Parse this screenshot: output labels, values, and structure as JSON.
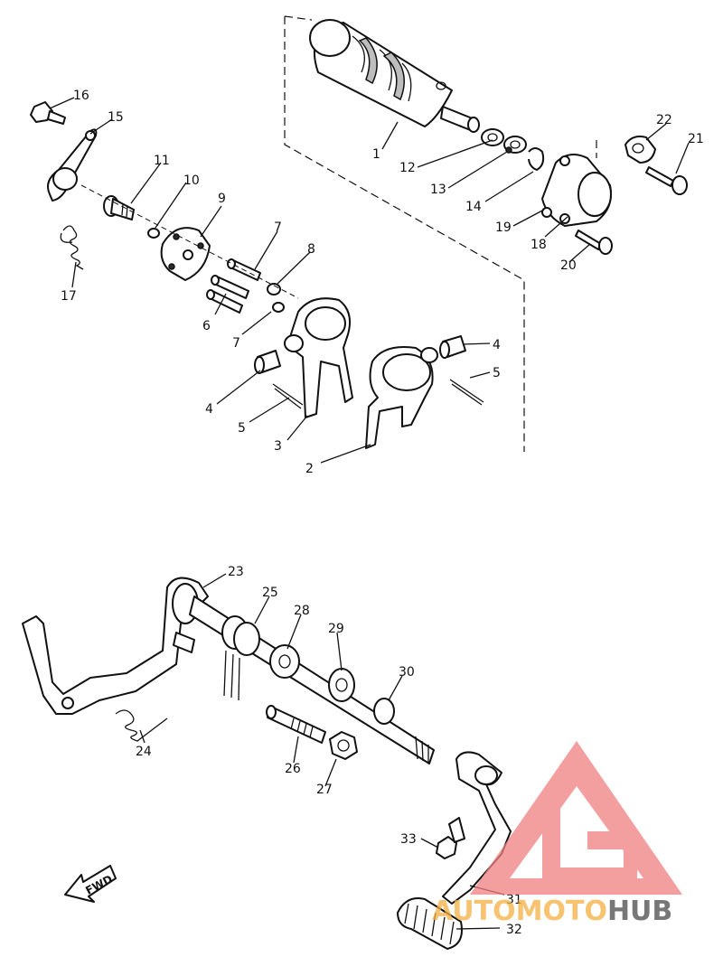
{
  "callouts": {
    "c1": "1",
    "c2": "2",
    "c3": "3",
    "c4a": "4",
    "c4b": "4",
    "c5a": "5",
    "c5b": "5",
    "c6": "6",
    "c7a": "7",
    "c7b": "7",
    "c8": "8",
    "c9": "9",
    "c10": "10",
    "c11": "11",
    "c12": "12",
    "c13": "13",
    "c14": "14",
    "c15": "15",
    "c16": "16",
    "c17": "17",
    "c18": "18",
    "c19": "19",
    "c20": "20",
    "c21": "21",
    "c22": "22",
    "c23": "23",
    "c24": "24",
    "c25": "25",
    "c26": "26",
    "c27": "27",
    "c28": "28",
    "c29": "29",
    "c30": "30",
    "c31": "31",
    "c32": "32",
    "c33": "33"
  },
  "fwd_label": "FWD",
  "watermark": {
    "part1": "AUTOMOTO",
    "part2": "HUB",
    "color1": "#f5b041",
    "color2": "#4a4a4a",
    "logo_color": "#f08080"
  }
}
